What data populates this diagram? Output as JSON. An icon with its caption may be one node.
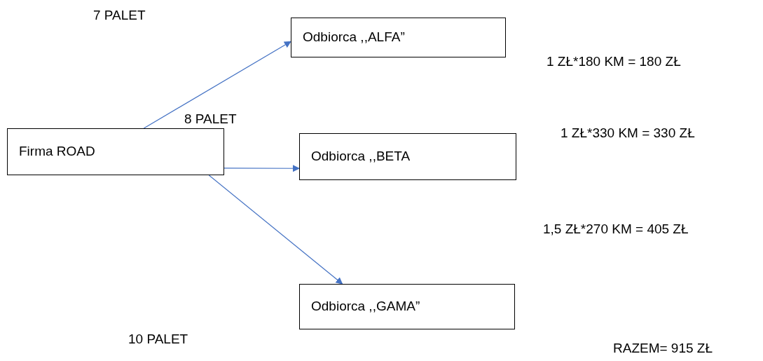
{
  "diagram": {
    "nodes": [
      {
        "text": [
          "Firma ROAD"
        ]
      },
      {
        "text": [
          "Odbiorca ,,ALFA”"
        ]
      },
      {
        "text": [
          "Odbiorca ,,BETA"
        ]
      },
      {
        "text": [
          "Odbiorca ,,GAMA”"
        ]
      }
    ],
    "edges": [
      {
        "from": 0,
        "to": 1,
        "arrow": "to"
      },
      {
        "from": 0,
        "to": 2,
        "arrow": "to"
      },
      {
        "from": 0,
        "to": 3,
        "arrow": "to"
      }
    ],
    "labels": [
      "7 PALET",
      "8 PALET",
      "1 ZŁ*180 KM = 180 ZŁ",
      "1 ZŁ*330 KM = 330 ZŁ",
      "1,5 ZŁ*270 KM = 405 ZŁ",
      "10 PALET",
      "RAZEM= 915 ZŁ"
    ]
  }
}
